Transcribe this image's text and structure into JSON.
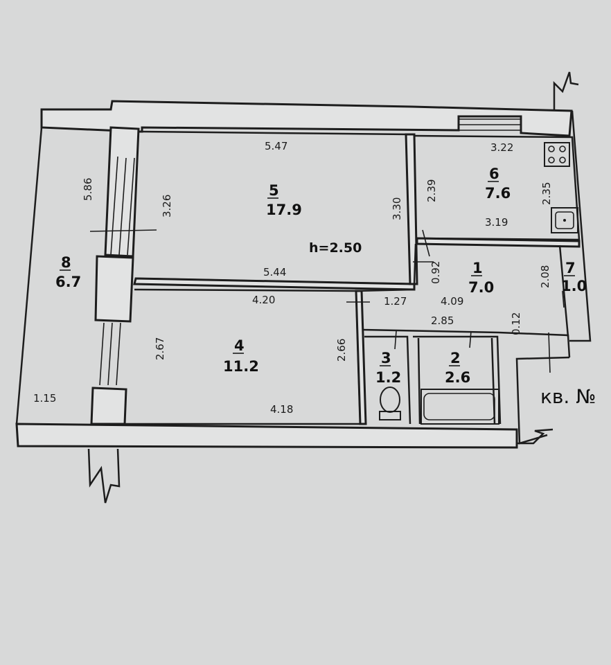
{
  "plan": {
    "ceiling_height": "h=2.50",
    "apartment_label": "кв. №",
    "rooms": [
      {
        "number": "1",
        "area": "7.0"
      },
      {
        "number": "2",
        "area": "2.6"
      },
      {
        "number": "3",
        "area": "1.2"
      },
      {
        "number": "4",
        "area": "11.2"
      },
      {
        "number": "5",
        "area": "17.9"
      },
      {
        "number": "6",
        "area": "7.6"
      },
      {
        "number": "7",
        "area": "1.0"
      },
      {
        "number": "8",
        "area": "6.7"
      }
    ],
    "dimensions": {
      "r5_top": "5.47",
      "r5_left": "3.26",
      "r5_right": "3.30",
      "r5_bottom": "5.44",
      "r6_top": "3.22",
      "r6_left": "2.39",
      "r6_right": "2.35",
      "r6_bottom": "3.19",
      "r8_side": "5.86",
      "r8_bottom": "1.15",
      "r4_top": "4.20",
      "r4_left": "2.67",
      "r4_right": "2.66",
      "r4_bottom": "4.18",
      "hall_left": "0.92",
      "hall_a": "1.27",
      "hall_b": "4.09",
      "hall_right": "2.08",
      "hall_bottom": "2.85",
      "hall_small": "0.12"
    }
  }
}
